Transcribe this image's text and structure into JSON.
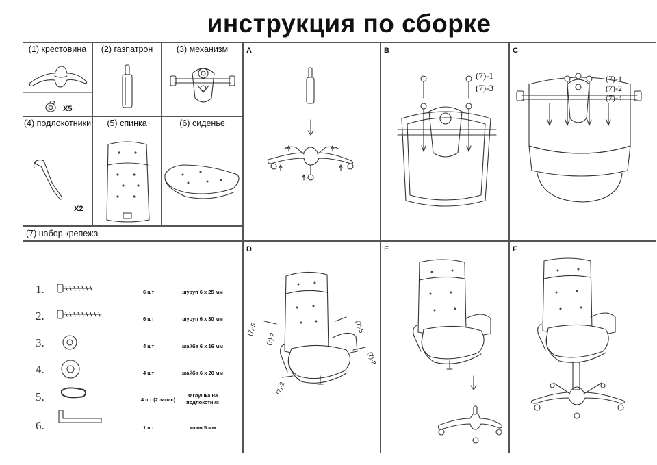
{
  "title": "инструкция по сборке",
  "parts": [
    {
      "label": "(1) крестовина",
      "qty": "X5"
    },
    {
      "label": "(2) газпатрон"
    },
    {
      "label": "(3) механизм"
    },
    {
      "label": "(4) подлокотники",
      "qty": "X2"
    },
    {
      "label": "(5) спинка"
    },
    {
      "label": "(6) сиденье"
    }
  ],
  "hardware_title": "(7) набор крепежа",
  "hardware": [
    {
      "num": "1.",
      "count": "6 шт",
      "desc": "шуруп 6 х 25 мм"
    },
    {
      "num": "2.",
      "count": "6 шт",
      "desc": "шуруп 6 х 30 мм"
    },
    {
      "num": "3.",
      "count": "4 шт",
      "desc": "шайба 6 х 16 мм"
    },
    {
      "num": "4.",
      "count": "4 шт",
      "desc": "шайба 6 х 20 мм"
    },
    {
      "num": "5.",
      "count": "4 шт (2 запас)",
      "desc": "заглушка на подлокотник"
    },
    {
      "num": "6.",
      "count": "1 шт",
      "desc": "ключ 5 мм"
    }
  ],
  "steps": [
    {
      "id": "A"
    },
    {
      "id": "B",
      "callouts": [
        "(7)-1",
        "(7)-3"
      ]
    },
    {
      "id": "C",
      "callouts": [
        "(7)-1",
        "(7)-2",
        "(7)-4"
      ]
    },
    {
      "id": "D",
      "callouts": [
        "(7)-5",
        "(7)-2",
        "(7)-5",
        "(7)-2",
        "(7)-2"
      ]
    },
    {
      "id": "E"
    },
    {
      "id": "F"
    }
  ]
}
